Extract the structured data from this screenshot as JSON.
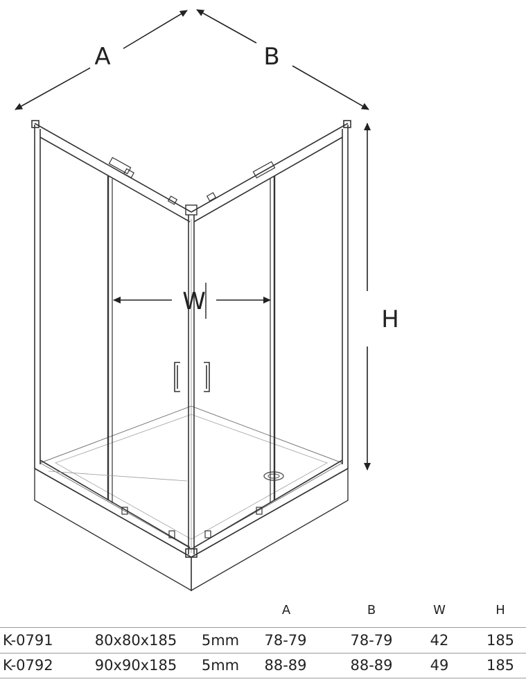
{
  "diagram": {
    "labels": {
      "a": "A",
      "b": "B",
      "w": "W",
      "h": "H"
    }
  },
  "table": {
    "headers": [
      "A",
      "B",
      "W",
      "H"
    ],
    "rows": [
      {
        "model": "K-0791",
        "size": "80x80x185",
        "glass": "5mm",
        "a": "78-79",
        "b": "78-79",
        "w": "42",
        "h": "185"
      },
      {
        "model": "K-0792",
        "size": "90x90x185",
        "glass": "5mm",
        "a": "88-89",
        "b": "88-89",
        "w": "49",
        "h": "185"
      }
    ]
  }
}
